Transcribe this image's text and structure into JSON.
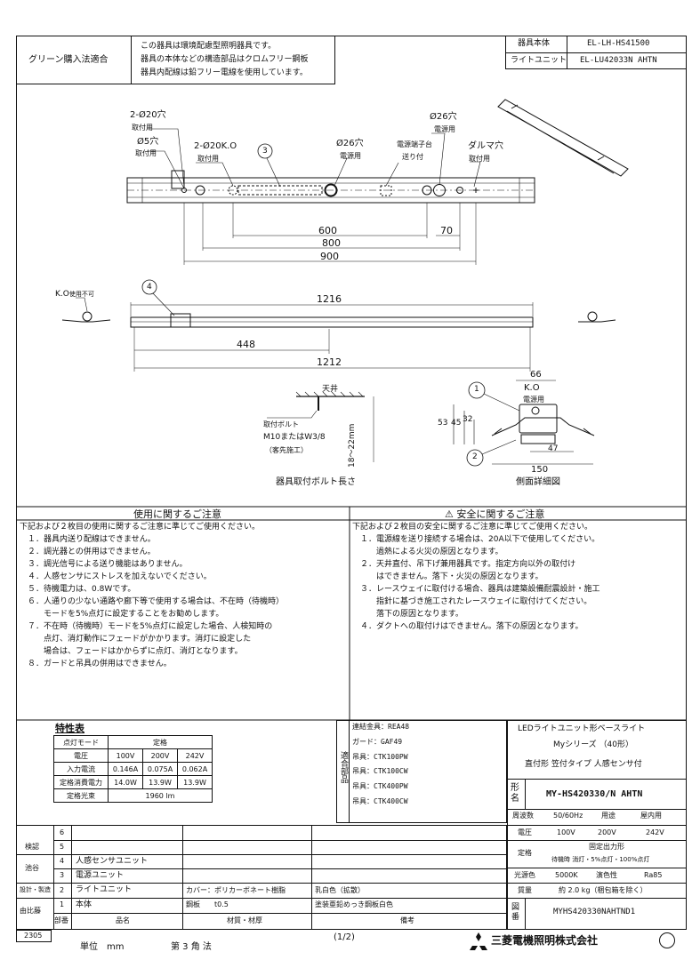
{
  "header": {
    "green_label": "グリーン購入法適合",
    "green_notes": [
      "この器具は環境配慮型照明器具です。",
      "器具の本体などの構造部品はクロムフリー鋼板",
      "器具内配線は鉛フリー電線を使用しています。"
    ],
    "body_label": "器具本体",
    "body_value": "EL-LH-HS41500",
    "unit_label": "ライトユニット",
    "unit_value": "EL-LU42033N AHTN"
  },
  "drawing": {
    "top_labels": {
      "hole20": "2-Ø20穴",
      "hole20_use": "取付用",
      "hole5": "Ø5穴",
      "hole5_use": "取付用",
      "k0": "2-Ø20K.O",
      "k0_use": "取付用",
      "callout3": "3",
      "hole26a": "Ø26穴",
      "hole26a_use": "電源用",
      "terminal": "電源端子台",
      "terminal_use": "送り付",
      "hole26b": "Ø26穴",
      "hole26b_use": "電源用",
      "daruma": "ダルマ穴",
      "daruma_use": "取付用"
    },
    "dims_top": [
      "600",
      "70",
      "800",
      "900"
    ],
    "side": {
      "k0_label": "K.O",
      "k0_use": "使用不可",
      "callout4": "4",
      "dim_1216": "1216",
      "dim_448": "448",
      "dim_1212": "1212"
    },
    "bolt": {
      "ceiling": "天井",
      "bolt1": "取付ボルト",
      "bolt2": "M10またはW3/8",
      "bolt3": "（客先施工）",
      "len": "18～22mm",
      "caption": "器具取付ボルト長さ"
    },
    "detail": {
      "dim_66": "66",
      "k0": "K.O",
      "power": "電源用",
      "callout1": "1",
      "callout2": "2",
      "dim_53": "53",
      "dim_45": "45",
      "dim_32": "32",
      "dim_47": "47",
      "dim_150": "150",
      "caption": "側面詳細図"
    }
  },
  "usage": {
    "title": "使用に関するご注意",
    "lines": [
      "下記および２枚目の使用に関するご注意に準じてご使用ください。",
      "　１．器具内送り配線はできません。",
      "　２．調光器との併用はできません。",
      "　３．調光信号による送り機能はありません。",
      "　４．人感センサにストレスを加えないでください。",
      "　５．待機電力は、0.8Wです。",
      "　６．人通りの少ない通路や廊下等で使用する場合は、不在時（待機時）",
      "　　　モードを5%点灯に設定することをお勧めします。",
      "　７．不在時（待機時）モードを5%点灯に設定した場合、人検知時の",
      "　　　点灯、消灯動作にフェードがかかります。消灯に設定した",
      "　　　場合は、フェードはかからずに点灯、消灯となります。",
      "　８．ガードと吊具の併用はできません。"
    ]
  },
  "safety": {
    "title": "安全に関するご注意",
    "lines": [
      "下記および２枚目の安全に関するご注意に準じてご使用ください。",
      "　１．電源線を送り接続する場合は、20A以下で使用してください。",
      "　　　過熱による火災の原因となります。",
      "　２．天井直付、吊下げ兼用器具です。指定方向以外の取付け",
      "　　　はできません。落下・火災の原因となります。",
      "　３．レースウェイに取付ける場合、器具は建築設備耐震設計・施工",
      "　　　指針に基づき施工されたレースウェイに取付けてください。",
      "　　　落下の原因となります。",
      "　４．ダクトへの取付けはできません。落下の原因となります。"
    ]
  },
  "spec": {
    "title": "特性表",
    "mode_label": "点灯モード",
    "mode_value": "定格",
    "voltage_label": "電圧",
    "voltages": [
      "100V",
      "200V",
      "242V"
    ],
    "current_label": "入力電流",
    "currents": [
      "0.146A",
      "0.075A",
      "0.062A"
    ],
    "power_label": "定格消費電力",
    "powers": [
      "14.0W",
      "13.9W",
      "13.9W"
    ],
    "flux_label": "定格光束",
    "flux": "1960 lm"
  },
  "accessories": {
    "label": "適合部品",
    "items": [
      "連結金具：REA48",
      "ガード：GAF49",
      "吊具：CTK100PW",
      "吊具：CTK100CW",
      "吊具：CTK400PW",
      "吊具：CTK400CW"
    ]
  },
  "product": {
    "desc1": "LEDライトユニット形ベースライト",
    "desc2": "Myシリーズ （40形）",
    "desc3": "直付形 笠付タイプ 人感センサ付",
    "model_label": "形名",
    "model": "MY-HS420330/N AHTN",
    "freq_label": "周波数",
    "freq": "50/60Hz",
    "use_label": "用途",
    "use": "屋内用",
    "volt_label": "電圧",
    "volts": [
      "100V",
      "200V",
      "242V"
    ],
    "rating_label": "定格",
    "rating1": "固定出力形",
    "rating2": "待機時 消灯・5%点灯・100%点灯",
    "color_label": "光源色",
    "color": "5000K",
    "cri_label": "演色性",
    "cri": "Ra85",
    "mass_label": "質量",
    "mass": "約 2.0 kg（梱包箱を除く）",
    "drawing_label": "図番",
    "drawing_no": "MYHS420330NAHTND1"
  },
  "parts": {
    "side_labels": [
      "検認",
      "池谷",
      "設計・製造",
      "由比藤"
    ],
    "rows": [
      {
        "no": "6",
        "name": "",
        "mat": "",
        "note": ""
      },
      {
        "no": "5",
        "name": "",
        "mat": "",
        "note": ""
      },
      {
        "no": "4",
        "name": "人感センサユニット",
        "mat": "",
        "note": ""
      },
      {
        "no": "3",
        "name": "電源ユニット",
        "mat": "",
        "note": ""
      },
      {
        "no": "2",
        "name": "ライトユニット",
        "mat": "カバー：ポリカーボネート樹脂",
        "note": "乳白色（拡散）"
      },
      {
        "no": "1",
        "name": "本体",
        "mat": "鋼板　　t0.5",
        "note": "塗装亜鉛めっき鋼板白色"
      }
    ],
    "hdr_no": "部番",
    "hdr_name": "品名",
    "hdr_mat": "材質・材厚",
    "hdr_note": "備考"
  },
  "footer": {
    "code": "2305",
    "unit": "単位　mm",
    "angle": "第 3 角 法",
    "page": "(1/2)",
    "company": "三菱電機照明株式会社"
  }
}
